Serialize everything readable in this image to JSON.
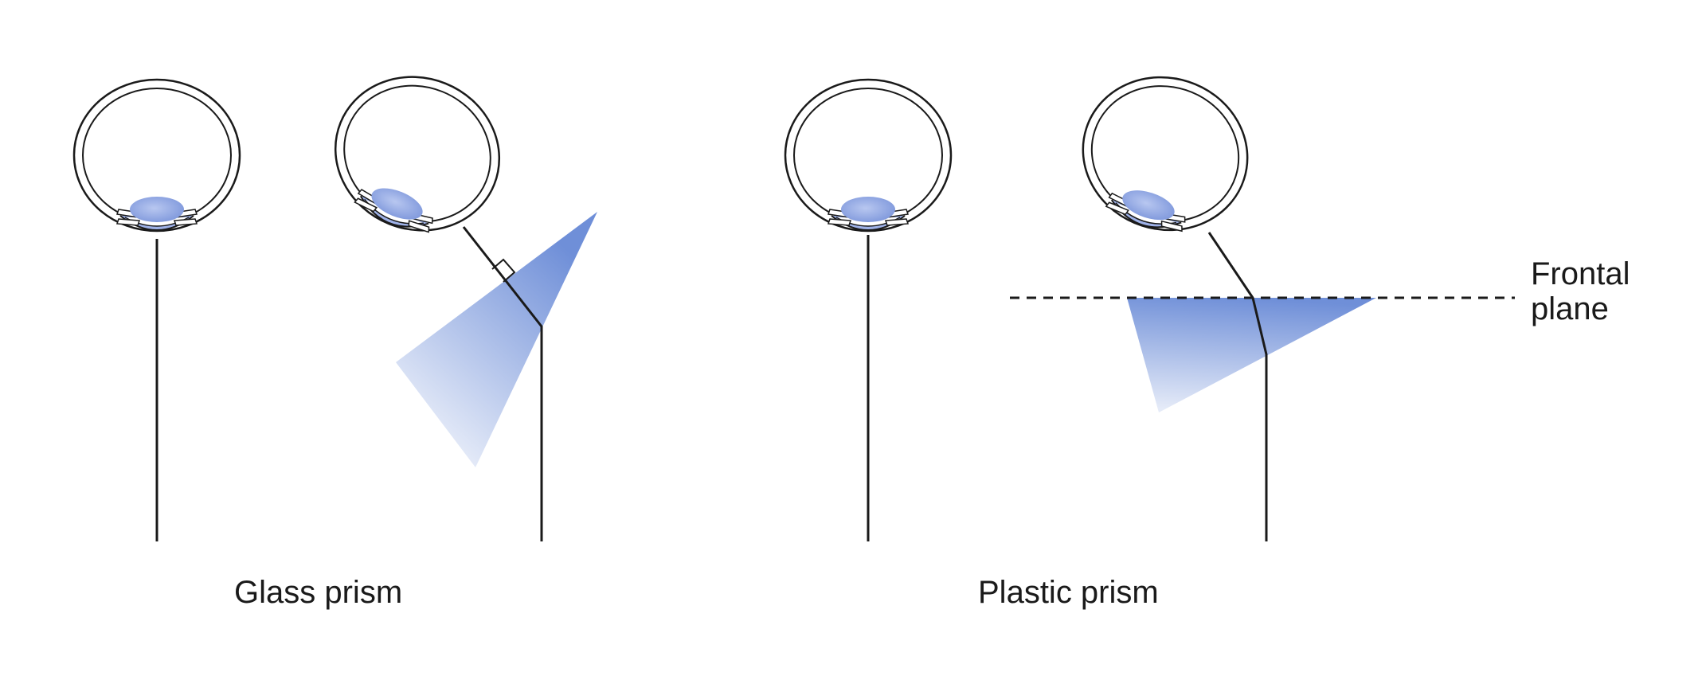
{
  "labels": {
    "glass_prism": "Glass prism",
    "plastic_prism": "Plastic prism",
    "frontal_plane_line1": "Frontal",
    "frontal_plane_line2": "plane"
  },
  "colors": {
    "prism_blue": "#6f8fd8",
    "lens_blue": "#8fa6e2",
    "outline": "#1a1a1a",
    "background": "#ffffff"
  }
}
